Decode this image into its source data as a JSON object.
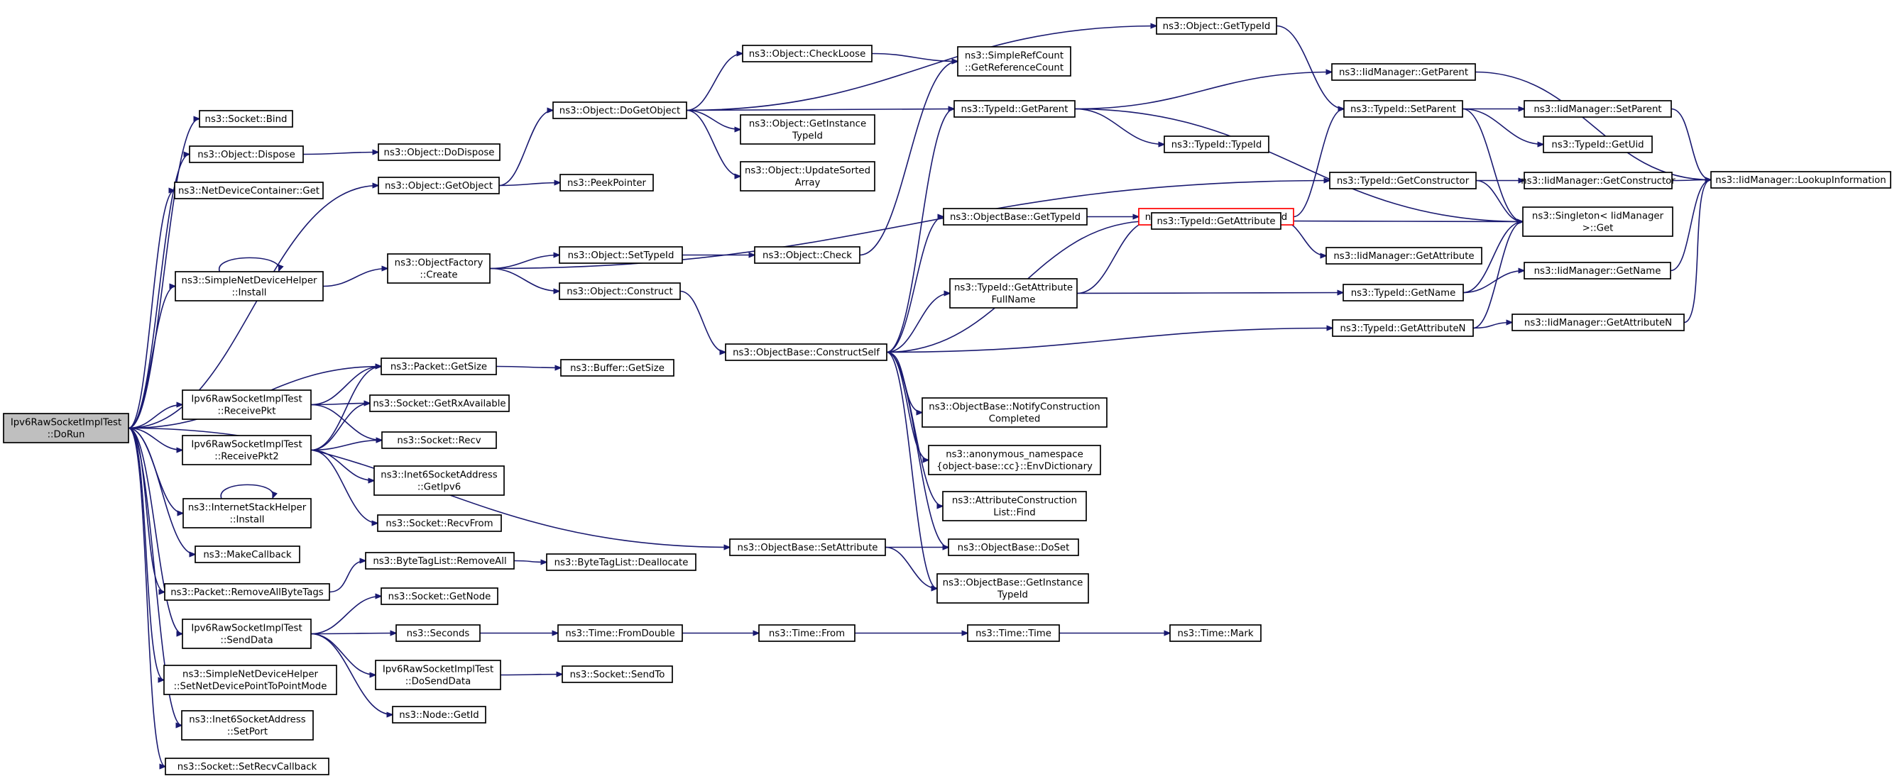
{
  "graph": {
    "nodes": [
      {
        "id": "root",
        "lines": [
          "Ipv6RawSocketImplTest",
          "::DoRun"
        ],
        "style": "root"
      },
      {
        "id": "socket_bind",
        "lines": [
          "ns3::Socket::Bind"
        ]
      },
      {
        "id": "obj_dispose",
        "lines": [
          "ns3::Object::Dispose"
        ]
      },
      {
        "id": "obj_dodispose",
        "lines": [
          "ns3::Object::DoDispose"
        ]
      },
      {
        "id": "ndc_get",
        "lines": [
          "ns3::NetDeviceContainer::Get"
        ]
      },
      {
        "id": "obj_getobject",
        "lines": [
          "ns3::Object::GetObject"
        ]
      },
      {
        "id": "peekpointer",
        "lines": [
          "ns3::PeekPointer"
        ]
      },
      {
        "id": "obj_dogetobject",
        "lines": [
          "ns3::Object::DoGetObject"
        ]
      },
      {
        "id": "obj_checkloose",
        "lines": [
          "ns3::Object::CheckLoose"
        ]
      },
      {
        "id": "obj_getinstancetypeid",
        "lines": [
          "ns3::Object::GetInstance",
          "TypeId"
        ]
      },
      {
        "id": "obj_updatesorted",
        "lines": [
          "ns3::Object::UpdateSorted",
          "Array"
        ]
      },
      {
        "id": "obj_gettypeid",
        "lines": [
          "ns3::Object::GetTypeId"
        ]
      },
      {
        "id": "simplerefcount",
        "lines": [
          "ns3::SimpleRefCount",
          "::GetReferenceCount"
        ]
      },
      {
        "id": "typeid_getparent",
        "lines": [
          "ns3::TypeId::GetParent"
        ]
      },
      {
        "id": "typeid_typeid",
        "lines": [
          "ns3::TypeId::TypeId"
        ]
      },
      {
        "id": "iid_getparent",
        "lines": [
          "ns3::IidManager::GetParent"
        ]
      },
      {
        "id": "typeid_setparent",
        "lines": [
          "ns3::TypeId::SetParent"
        ]
      },
      {
        "id": "iid_setparent",
        "lines": [
          "ns3::IidManager::SetParent"
        ]
      },
      {
        "id": "typeid_getuid",
        "lines": [
          "ns3::TypeId::GetUid"
        ]
      },
      {
        "id": "iid_lookup",
        "lines": [
          "ns3::IidManager::LookupInformation"
        ]
      },
      {
        "id": "typeid_getconstructor",
        "lines": [
          "ns3::TypeId::GetConstructor"
        ]
      },
      {
        "id": "iid_getconstructor",
        "lines": [
          "ns3::IidManager::GetConstructor"
        ]
      },
      {
        "id": "singleton_get",
        "lines": [
          "ns3::Singleton< IidManager",
          " >::Get"
        ]
      },
      {
        "id": "objbase_gettypeid",
        "lines": [
          "ns3::ObjectBase::GetTypeId"
        ]
      },
      {
        "id": "objbase_getobjectiid",
        "lines": [
          "ns3::ObjectBase::GetObjectIid"
        ],
        "style": "red"
      },
      {
        "id": "snd_install",
        "lines": [
          "ns3::SimpleNetDeviceHelper",
          "::Install"
        ]
      },
      {
        "id": "objfactory_create",
        "lines": [
          "ns3::ObjectFactory",
          "::Create"
        ]
      },
      {
        "id": "obj_settypeid",
        "lines": [
          "ns3::Object::SetTypeId"
        ]
      },
      {
        "id": "obj_check",
        "lines": [
          "ns3::Object::Check"
        ]
      },
      {
        "id": "obj_construct",
        "lines": [
          "ns3::Object::Construct"
        ]
      },
      {
        "id": "typeid_getattribute",
        "lines": [
          "ns3::TypeId::GetAttribute"
        ]
      },
      {
        "id": "iid_getattribute",
        "lines": [
          "ns3::IidManager::GetAttribute"
        ]
      },
      {
        "id": "typeid_getattrfullname",
        "lines": [
          "ns3::TypeId::GetAttribute",
          "FullName"
        ]
      },
      {
        "id": "typeid_getname",
        "lines": [
          "ns3::TypeId::GetName"
        ]
      },
      {
        "id": "iid_getname",
        "lines": [
          "ns3::IidManager::GetName"
        ]
      },
      {
        "id": "typeid_getattributen",
        "lines": [
          "ns3::TypeId::GetAttributeN"
        ]
      },
      {
        "id": "iid_getattributen",
        "lines": [
          "ns3::IidManager::GetAttributeN"
        ]
      },
      {
        "id": "objbase_constructself",
        "lines": [
          "ns3::ObjectBase::ConstructSelf"
        ]
      },
      {
        "id": "packet_getsize",
        "lines": [
          "ns3::Packet::GetSize"
        ]
      },
      {
        "id": "buffer_getsize",
        "lines": [
          "ns3::Buffer::GetSize"
        ]
      },
      {
        "id": "receivepkt",
        "lines": [
          "Ipv6RawSocketImplTest",
          "::ReceivePkt"
        ]
      },
      {
        "id": "socket_getrxavailable",
        "lines": [
          "ns3::Socket::GetRxAvailable"
        ]
      },
      {
        "id": "socket_recv",
        "lines": [
          "ns3::Socket::Recv"
        ]
      },
      {
        "id": "receivepkt2",
        "lines": [
          "Ipv6RawSocketImplTest",
          "::ReceivePkt2"
        ]
      },
      {
        "id": "inet6_getipv6",
        "lines": [
          "ns3::Inet6SocketAddress",
          "::GetIpv6"
        ]
      },
      {
        "id": "socket_recvfrom",
        "lines": [
          "ns3::Socket::RecvFrom"
        ]
      },
      {
        "id": "objbase_notify",
        "lines": [
          "ns3::ObjectBase::NotifyConstruction",
          "Completed"
        ]
      },
      {
        "id": "envdictionary",
        "lines": [
          "ns3::anonymous_namespace",
          "{object-base::cc}::EnvDictionary"
        ]
      },
      {
        "id": "attrconstlist_find",
        "lines": [
          "ns3::AttributeConstruction",
          "List::Find"
        ]
      },
      {
        "id": "ish_install",
        "lines": [
          "ns3::InternetStackHelper",
          "::Install"
        ]
      },
      {
        "id": "objbase_setattribute",
        "lines": [
          "ns3::ObjectBase::SetAttribute"
        ]
      },
      {
        "id": "objbase_doset",
        "lines": [
          "ns3::ObjectBase::DoSet"
        ]
      },
      {
        "id": "makecallback",
        "lines": [
          "ns3::MakeCallback"
        ]
      },
      {
        "id": "objbase_getinstancetypeid",
        "lines": [
          "ns3::ObjectBase::GetInstance",
          "TypeId"
        ]
      },
      {
        "id": "btl_removeall",
        "lines": [
          "ns3::ByteTagList::RemoveAll"
        ]
      },
      {
        "id": "btl_deallocate",
        "lines": [
          "ns3::ByteTagList::Deallocate"
        ]
      },
      {
        "id": "packet_removeallbytetags",
        "lines": [
          "ns3::Packet::RemoveAllByteTags"
        ]
      },
      {
        "id": "socket_getnode",
        "lines": [
          "ns3::Socket::GetNode"
        ]
      },
      {
        "id": "senddata",
        "lines": [
          "Ipv6RawSocketImplTest",
          "::SendData"
        ]
      },
      {
        "id": "seconds",
        "lines": [
          "ns3::Seconds"
        ]
      },
      {
        "id": "time_fromdouble",
        "lines": [
          "ns3::Time::FromDouble"
        ]
      },
      {
        "id": "time_from",
        "lines": [
          "ns3::Time::From"
        ]
      },
      {
        "id": "time_time",
        "lines": [
          "ns3::Time::Time"
        ]
      },
      {
        "id": "time_mark",
        "lines": [
          "ns3::Time::Mark"
        ]
      },
      {
        "id": "dosenddata",
        "lines": [
          "Ipv6RawSocketImplTest",
          "::DoSendData"
        ]
      },
      {
        "id": "socket_sendto",
        "lines": [
          "ns3::Socket::SendTo"
        ]
      },
      {
        "id": "snd_setp2p",
        "lines": [
          "ns3::SimpleNetDeviceHelper",
          "::SetNetDevicePointToPointMode"
        ]
      },
      {
        "id": "node_getid",
        "lines": [
          "ns3::Node::GetId"
        ]
      },
      {
        "id": "inet6_setport",
        "lines": [
          "ns3::Inet6SocketAddress",
          "::SetPort"
        ]
      },
      {
        "id": "socket_setrecvcallback",
        "lines": [
          "ns3::Socket::SetRecvCallback"
        ]
      }
    ],
    "edges": [
      [
        "root",
        "socket_bind"
      ],
      [
        "root",
        "obj_dispose"
      ],
      [
        "root",
        "ndc_get"
      ],
      [
        "root",
        "obj_getobject"
      ],
      [
        "root",
        "snd_install"
      ],
      [
        "root",
        "packet_getsize"
      ],
      [
        "root",
        "objbase_setattribute"
      ],
      [
        "root",
        "receivepkt"
      ],
      [
        "root",
        "receivepkt2"
      ],
      [
        "root",
        "ish_install"
      ],
      [
        "root",
        "makecallback"
      ],
      [
        "root",
        "packet_removeallbytetags"
      ],
      [
        "root",
        "senddata"
      ],
      [
        "root",
        "snd_setp2p"
      ],
      [
        "root",
        "inet6_setport"
      ],
      [
        "root",
        "socket_setrecvcallback"
      ],
      [
        "obj_dispose",
        "obj_dodispose"
      ],
      [
        "obj_getobject",
        "obj_dogetobject"
      ],
      [
        "obj_getobject",
        "peekpointer"
      ],
      [
        "obj_dogetobject",
        "obj_gettypeid"
      ],
      [
        "obj_dogetobject",
        "obj_checkloose"
      ],
      [
        "obj_dogetobject",
        "typeid_getparent"
      ],
      [
        "obj_dogetobject",
        "obj_getinstancetypeid"
      ],
      [
        "obj_dogetobject",
        "obj_updatesorted"
      ],
      [
        "obj_checkloose",
        "simplerefcount"
      ],
      [
        "obj_gettypeid",
        "typeid_setparent"
      ],
      [
        "typeid_getparent",
        "iid_getparent"
      ],
      [
        "typeid_getparent",
        "typeid_typeid"
      ],
      [
        "typeid_getparent",
        "singleton_get"
      ],
      [
        "iid_getparent",
        "iid_lookup"
      ],
      [
        "typeid_setparent",
        "iid_setparent"
      ],
      [
        "typeid_setparent",
        "typeid_getuid"
      ],
      [
        "typeid_setparent",
        "singleton_get"
      ],
      [
        "iid_setparent",
        "iid_lookup"
      ],
      [
        "typeid_getconstructor",
        "iid_getconstructor"
      ],
      [
        "typeid_getconstructor",
        "singleton_get"
      ],
      [
        "iid_getconstructor",
        "iid_lookup"
      ],
      [
        "objbase_gettypeid",
        "objbase_getobjectiid"
      ],
      [
        "objbase_getobjectiid",
        "typeid_setparent"
      ],
      [
        "snd_install",
        "snd_install"
      ],
      [
        "snd_install",
        "objfactory_create"
      ],
      [
        "objfactory_create",
        "typeid_getconstructor"
      ],
      [
        "objfactory_create",
        "obj_settypeid"
      ],
      [
        "objfactory_create",
        "obj_construct"
      ],
      [
        "obj_settypeid",
        "obj_check"
      ],
      [
        "obj_check",
        "simplerefcount"
      ],
      [
        "obj_construct",
        "objbase_constructself"
      ],
      [
        "objbase_constructself",
        "typeid_getparent"
      ],
      [
        "objbase_constructself",
        "objbase_gettypeid"
      ],
      [
        "objbase_constructself",
        "typeid_getattribute"
      ],
      [
        "objbase_constructself",
        "typeid_getattrfullname"
      ],
      [
        "objbase_constructself",
        "typeid_getattributen"
      ],
      [
        "objbase_constructself",
        "objbase_notify"
      ],
      [
        "objbase_constructself",
        "envdictionary"
      ],
      [
        "objbase_constructself",
        "attrconstlist_find"
      ],
      [
        "objbase_constructself",
        "objbase_doset"
      ],
      [
        "objbase_constructself",
        "objbase_getinstancetypeid"
      ],
      [
        "typeid_getattribute",
        "iid_getattribute"
      ],
      [
        "typeid_getattribute",
        "singleton_get"
      ],
      [
        "typeid_getattrfullname",
        "typeid_getattribute"
      ],
      [
        "typeid_getattrfullname",
        "typeid_getname"
      ],
      [
        "typeid_getname",
        "iid_getname"
      ],
      [
        "typeid_getname",
        "singleton_get"
      ],
      [
        "iid_getname",
        "iid_lookup"
      ],
      [
        "typeid_getattributen",
        "iid_getattributen"
      ],
      [
        "typeid_getattributen",
        "singleton_get"
      ],
      [
        "iid_getattributen",
        "iid_lookup"
      ],
      [
        "packet_getsize",
        "buffer_getsize"
      ],
      [
        "receivepkt",
        "packet_getsize"
      ],
      [
        "receivepkt",
        "socket_getrxavailable"
      ],
      [
        "receivepkt",
        "socket_recv"
      ],
      [
        "receivepkt2",
        "packet_getsize"
      ],
      [
        "receivepkt2",
        "socket_getrxavailable"
      ],
      [
        "receivepkt2",
        "socket_recv"
      ],
      [
        "receivepkt2",
        "inet6_getipv6"
      ],
      [
        "receivepkt2",
        "socket_recvfrom"
      ],
      [
        "ish_install",
        "ish_install"
      ],
      [
        "objbase_setattribute",
        "objbase_doset"
      ],
      [
        "objbase_setattribute",
        "objbase_getinstancetypeid"
      ],
      [
        "packet_removeallbytetags",
        "btl_removeall"
      ],
      [
        "btl_removeall",
        "btl_deallocate"
      ],
      [
        "senddata",
        "socket_getnode"
      ],
      [
        "senddata",
        "seconds"
      ],
      [
        "senddata",
        "dosenddata"
      ],
      [
        "senddata",
        "node_getid"
      ],
      [
        "seconds",
        "time_fromdouble"
      ],
      [
        "time_fromdouble",
        "time_from"
      ],
      [
        "time_from",
        "time_time"
      ],
      [
        "time_time",
        "time_mark"
      ],
      [
        "dosenddata",
        "socket_sendto"
      ]
    ]
  }
}
